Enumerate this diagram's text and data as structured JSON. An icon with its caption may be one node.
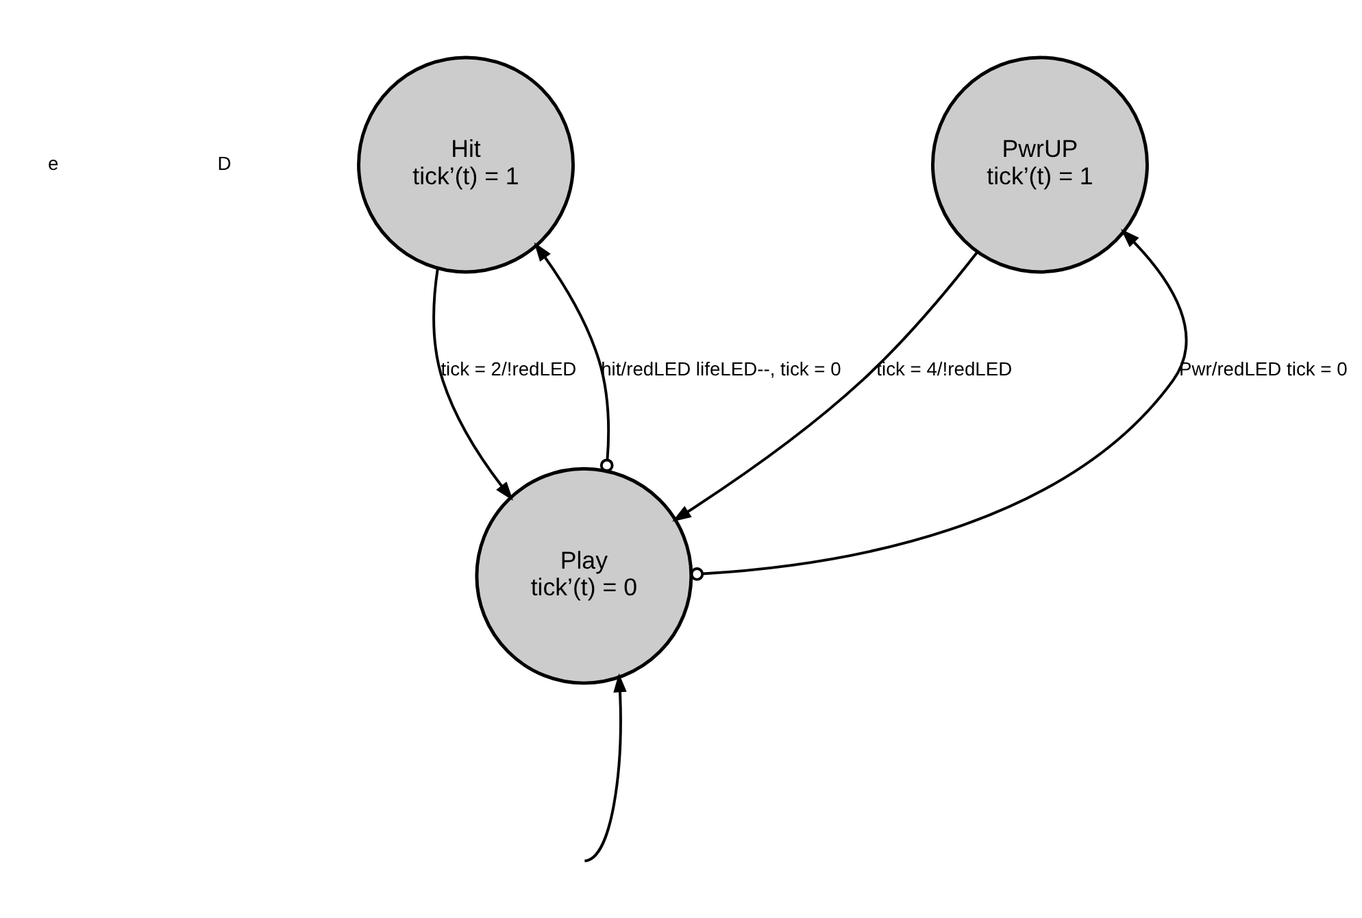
{
  "diagram": {
    "nodes": [
      {
        "text": [
          "Hit",
          "tick’(t) = 1"
        ]
      },
      {
        "text": [
          "PwrUP",
          "tick’(t) = 1"
        ]
      },
      {
        "text": [
          "Play",
          "tick’(t) = 0"
        ]
      }
    ],
    "edges": [
      {
        "from": 2,
        "to": 0,
        "arrow": "to",
        "label": "hit/redLED lifeLED--, tick = 0"
      },
      {
        "from": 0,
        "to": 2,
        "arrow": "to",
        "label": "tick = 2/!redLED"
      },
      {
        "from": 2,
        "to": 1,
        "arrow": "to",
        "label": "Pwr/redLED tick = 0"
      },
      {
        "from": 1,
        "to": 2,
        "arrow": "to",
        "label": "tick = 4/!redLED"
      },
      {
        "from": null,
        "to": 2,
        "arrow": "to"
      }
    ],
    "labels": [
      "e",
      "D"
    ]
  }
}
